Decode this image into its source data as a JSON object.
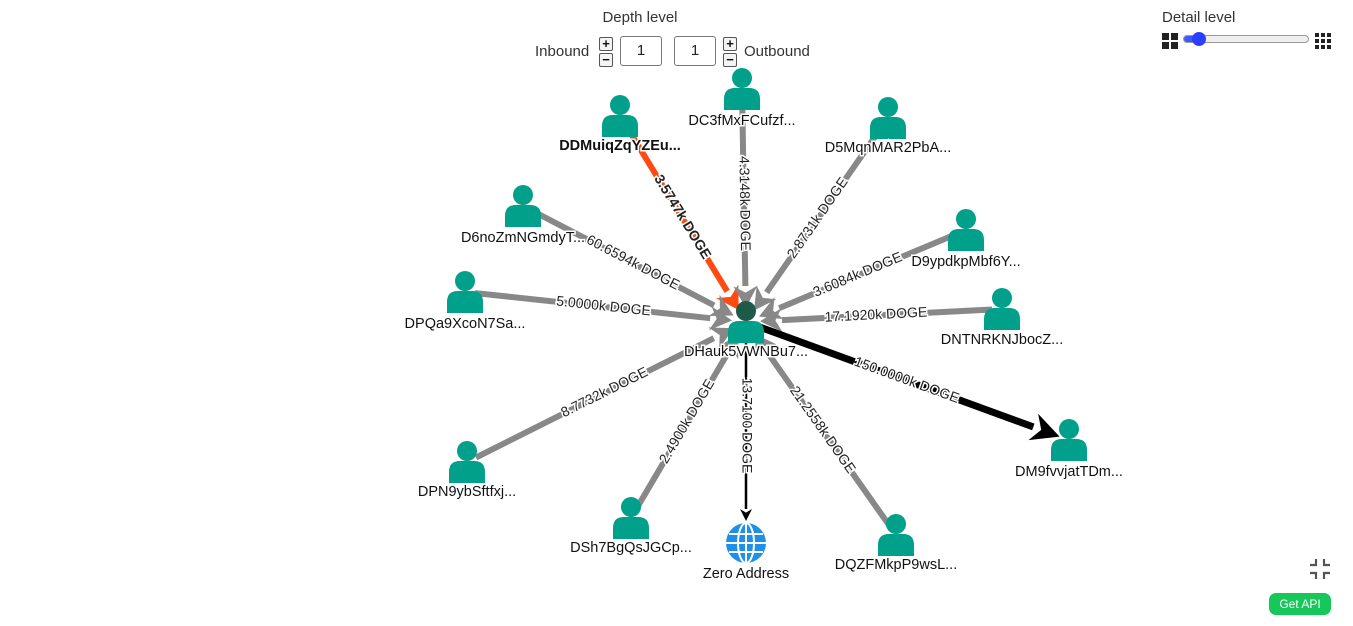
{
  "depth": {
    "title": "Depth level",
    "inbound_label": "Inbound",
    "outbound_label": "Outbound",
    "inbound_value": "1",
    "outbound_value": "1",
    "plus": "+",
    "minus": "−"
  },
  "detail": {
    "title": "Detail level",
    "level": 0.12
  },
  "colors": {
    "node": "#00a08a",
    "center_head": "#1d5a4a",
    "edge_default": "#888888",
    "edge_highlight": "#ff4a12",
    "edge_outbound": "#000000",
    "globe": "#1e90e8",
    "api_button": "#16c85a",
    "slider": "#2a3fff"
  },
  "graph": {
    "center": {
      "label": "DHauk5VWNBu7..."
    },
    "nodes": [
      {
        "id": "ddm",
        "label": "DDMuiqZqYZEu...",
        "bold": true,
        "icon": "user-icon"
      },
      {
        "id": "dc3",
        "label": "DC3fMxFCufzf...",
        "icon": "user-icon"
      },
      {
        "id": "d5m",
        "label": "D5MqnMAR2PbA...",
        "icon": "user-icon"
      },
      {
        "id": "d6n",
        "label": "D6noZmNGmdyT...",
        "icon": "user-icon"
      },
      {
        "id": "d9y",
        "label": "D9ypdkpMbf6Y...",
        "icon": "user-icon"
      },
      {
        "id": "dpq",
        "label": "DPQa9XcoN7Sa...",
        "icon": "user-icon"
      },
      {
        "id": "dnt",
        "label": "DNTNRKNJbocZ...",
        "icon": "user-icon"
      },
      {
        "id": "dpn",
        "label": "DPN9ybSftfxj...",
        "icon": "user-icon"
      },
      {
        "id": "dsh",
        "label": "DSh7BgQsJGCp...",
        "icon": "user-icon"
      },
      {
        "id": "zero",
        "label": "Zero Address",
        "icon": "globe-icon"
      },
      {
        "id": "dqz",
        "label": "DQZFMkpP9wsL...",
        "icon": "user-icon"
      },
      {
        "id": "dm9",
        "label": "DM9fvvjatTDm...",
        "icon": "user-icon"
      }
    ],
    "edges": [
      {
        "from": "ddm",
        "to": "center",
        "label": "3.5747k DOGE",
        "style": "highlight"
      },
      {
        "from": "dc3",
        "to": "center",
        "label": "4.3148k DOGE",
        "style": "default"
      },
      {
        "from": "d5m",
        "to": "center",
        "label": "2.8731k DOGE",
        "style": "default"
      },
      {
        "from": "d6n",
        "to": "center",
        "label": "60.6594k DOGE",
        "style": "default"
      },
      {
        "from": "d9y",
        "to": "center",
        "label": "3.6084k DOGE",
        "style": "default"
      },
      {
        "from": "dpq",
        "to": "center",
        "label": "5.0000k DOGE",
        "style": "default"
      },
      {
        "from": "dnt",
        "to": "center",
        "label": "17.1920k DOGE",
        "style": "default"
      },
      {
        "from": "dpn",
        "to": "center",
        "label": "8.7732k DOGE",
        "style": "default"
      },
      {
        "from": "dsh",
        "to": "center",
        "label": "2.4900k DOGE",
        "style": "default"
      },
      {
        "from": "dqz",
        "to": "center",
        "label": "21.2558k DOGE",
        "style": "default"
      },
      {
        "from": "center",
        "to": "zero",
        "label": "13.7100 DOGE",
        "style": "outbound_thin"
      },
      {
        "from": "center",
        "to": "dm9",
        "label": "150.0000k DOGE",
        "style": "outbound_thick"
      }
    ]
  },
  "api_button": {
    "label": "Get API"
  }
}
